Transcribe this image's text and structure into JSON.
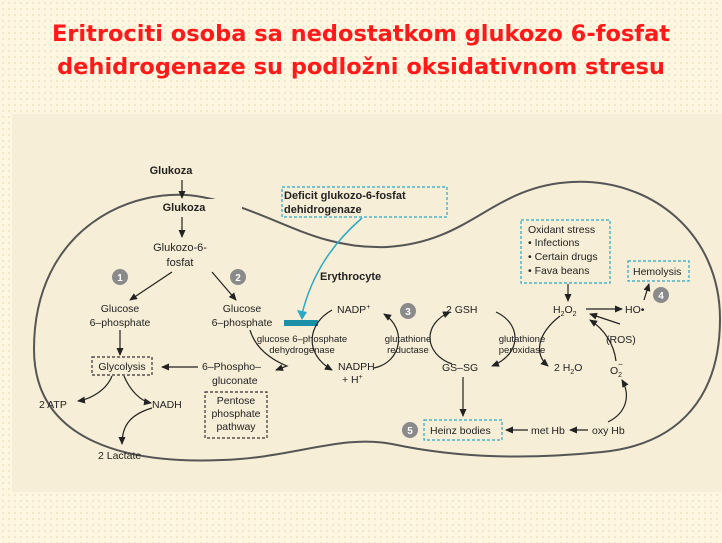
{
  "title": {
    "line1": "Eritrociti osoba sa nedostatkom glukozo 6-fosfat",
    "line2": "dehidrogenaze su podložni oksidativnom stresu"
  },
  "diagram": {
    "glukoza_top": "Glukoza",
    "glukoza": "Glukoza",
    "glukozo6fosfat_l1": "Glukozo-6-",
    "glukozo6fosfat_l2": "fosfat",
    "deficit_l1": "Deficit glukozo-6-fosfat",
    "deficit_l2": "dehidrogenaze",
    "erythrocyte": "Erythrocyte",
    "oxidant_stress": "Oxidant stress",
    "oxidant_items": [
      "• Infections",
      "• Certain drugs",
      "• Fava beans"
    ],
    "hemolysis": "Hemolysis",
    "badges": [
      "1",
      "2",
      "3",
      "4",
      "5"
    ],
    "g6p_left_l1": "Glucose",
    "g6p_left_l2": "6–phosphate",
    "g6p_right_l1": "Glucose",
    "g6p_right_l2": "6–phosphate",
    "glycolysis": "Glycolysis",
    "atp": "2 ATP",
    "nadh": "NADH",
    "lactate": "2 Lactate",
    "phosphogluconate_l1": "6–Phospho–",
    "phosphogluconate_l2": "gluconate",
    "pentose_l1": "Pentose",
    "pentose_l2": "phosphate",
    "pentose_l3": "pathway",
    "enzyme_g6pd_l1": "glucose 6–phosphate",
    "enzyme_g6pd_l2": "dehydrogenase",
    "nadp": "NADP",
    "nadp_sup": "+",
    "nadph": "NADPH",
    "h_plus": "+ H",
    "h_plus_sup": "+",
    "gsh": "2 GSH",
    "gssg": "GS–SG",
    "gr_l1": "glutathione",
    "gr_l2": "reductase",
    "gpx_l1": "glutathione",
    "gpx_l2": "peroxidase",
    "h2o2": "H",
    "h2o2_sub1": "2",
    "h2o2_mid": "O",
    "h2o2_sub2": "2",
    "water": "2 H",
    "water_sub": "2",
    "water_o": "O",
    "hydroxyl": "HO•",
    "ros": "(ROS)",
    "superoxide": "O",
    "superoxide_sub": "2",
    "superoxide_sup": "−",
    "heinz": "Heinz bodies",
    "methb": "met Hb",
    "oxyhb": "oxy Hb"
  }
}
